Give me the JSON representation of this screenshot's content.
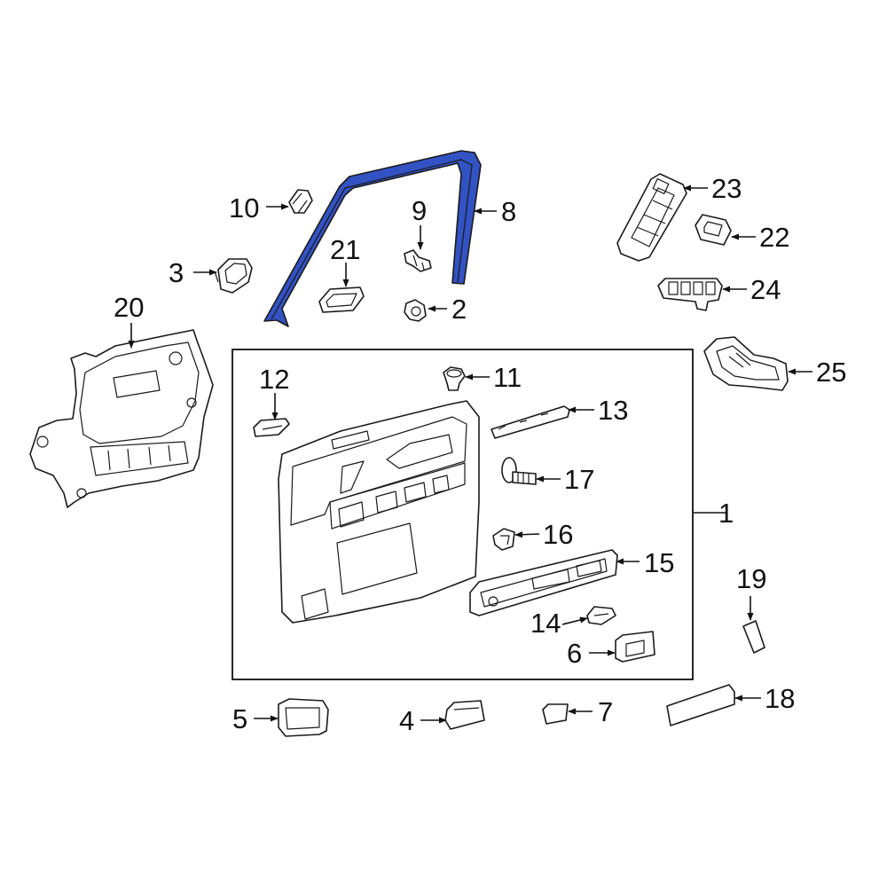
{
  "colors": {
    "highlight": "#3352c4",
    "line": "#1a1a1a",
    "background": "#ffffff"
  },
  "callouts": [
    {
      "id": "c1",
      "text": "1"
    },
    {
      "id": "c2",
      "text": "2"
    },
    {
      "id": "c3",
      "text": "3"
    },
    {
      "id": "c4",
      "text": "4"
    },
    {
      "id": "c5",
      "text": "5"
    },
    {
      "id": "c6",
      "text": "6"
    },
    {
      "id": "c7",
      "text": "7"
    },
    {
      "id": "c8",
      "text": "8"
    },
    {
      "id": "c9",
      "text": "9"
    },
    {
      "id": "c10",
      "text": "10"
    },
    {
      "id": "c11",
      "text": "11"
    },
    {
      "id": "c12",
      "text": "12"
    },
    {
      "id": "c13",
      "text": "13"
    },
    {
      "id": "c14",
      "text": "14"
    },
    {
      "id": "c15",
      "text": "15"
    },
    {
      "id": "c16",
      "text": "16"
    },
    {
      "id": "c17",
      "text": "17"
    },
    {
      "id": "c18",
      "text": "18"
    },
    {
      "id": "c19",
      "text": "19"
    },
    {
      "id": "c20",
      "text": "20"
    },
    {
      "id": "c21",
      "text": "21"
    },
    {
      "id": "c22",
      "text": "22"
    },
    {
      "id": "c23",
      "text": "23"
    },
    {
      "id": "c24",
      "text": "24"
    },
    {
      "id": "c25",
      "text": "25"
    }
  ]
}
